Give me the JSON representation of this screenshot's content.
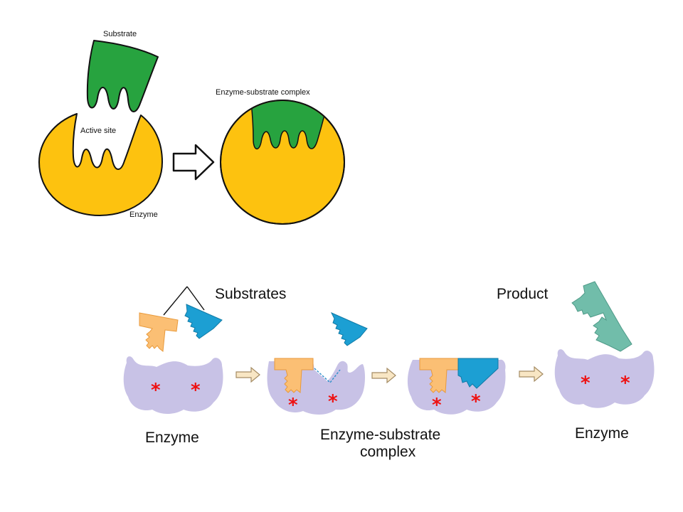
{
  "colors": {
    "enzyme_yellow": "#fdc20f",
    "substrate_green": "#27a33f",
    "enzyme_lavender": "#c8c2e6",
    "substrate_orange": "#fbbf74",
    "substrate_blue": "#1c9fd3",
    "product_teal": "#71bdaa",
    "active_site_star": "#ee1111",
    "outline": "#111111"
  },
  "top_diagram": {
    "substrate_label": "Substrate",
    "active_site_label": "Active site",
    "enzyme_label": "Enzyme",
    "complex_label": "Enzyme-substrate complex",
    "arrow_icon": "hollow-right-arrow-icon"
  },
  "bottom_diagram": {
    "substrates_label": "Substrates",
    "product_label": "Product",
    "enzyme_label_1": "Enzyme",
    "complex_label_line1": "Enzyme-substrate",
    "complex_label_line2": "complex",
    "enzyme_label_2": "Enzyme",
    "active_site_marker": "*",
    "arrow_icon": "small-right-arrow-icon"
  }
}
